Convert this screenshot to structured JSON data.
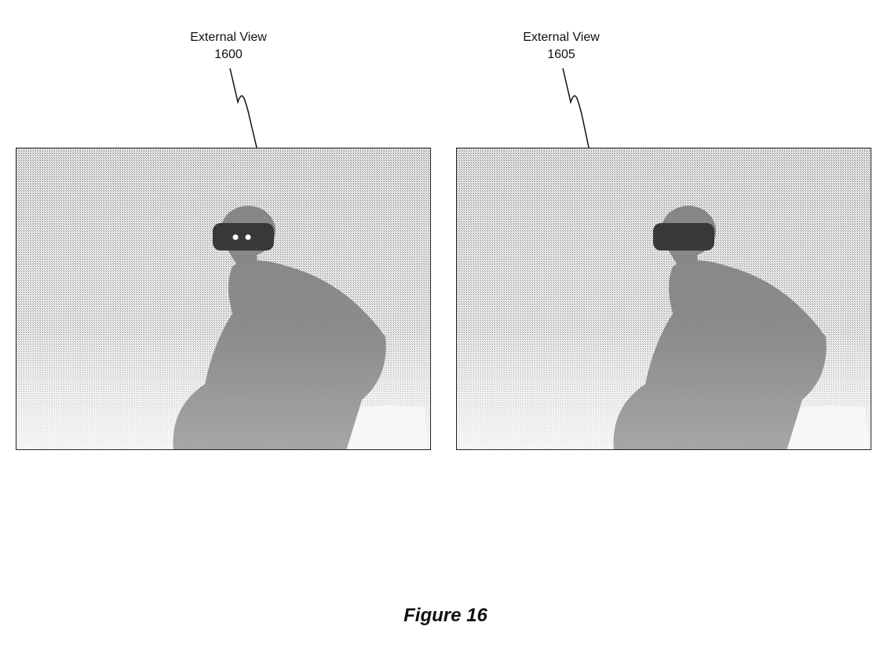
{
  "views": [
    {
      "title": "External View",
      "number": "1600",
      "headset_lights": true
    },
    {
      "title": "External View",
      "number": "1605",
      "headset_lights": false
    }
  ],
  "caption": "Figure 16"
}
